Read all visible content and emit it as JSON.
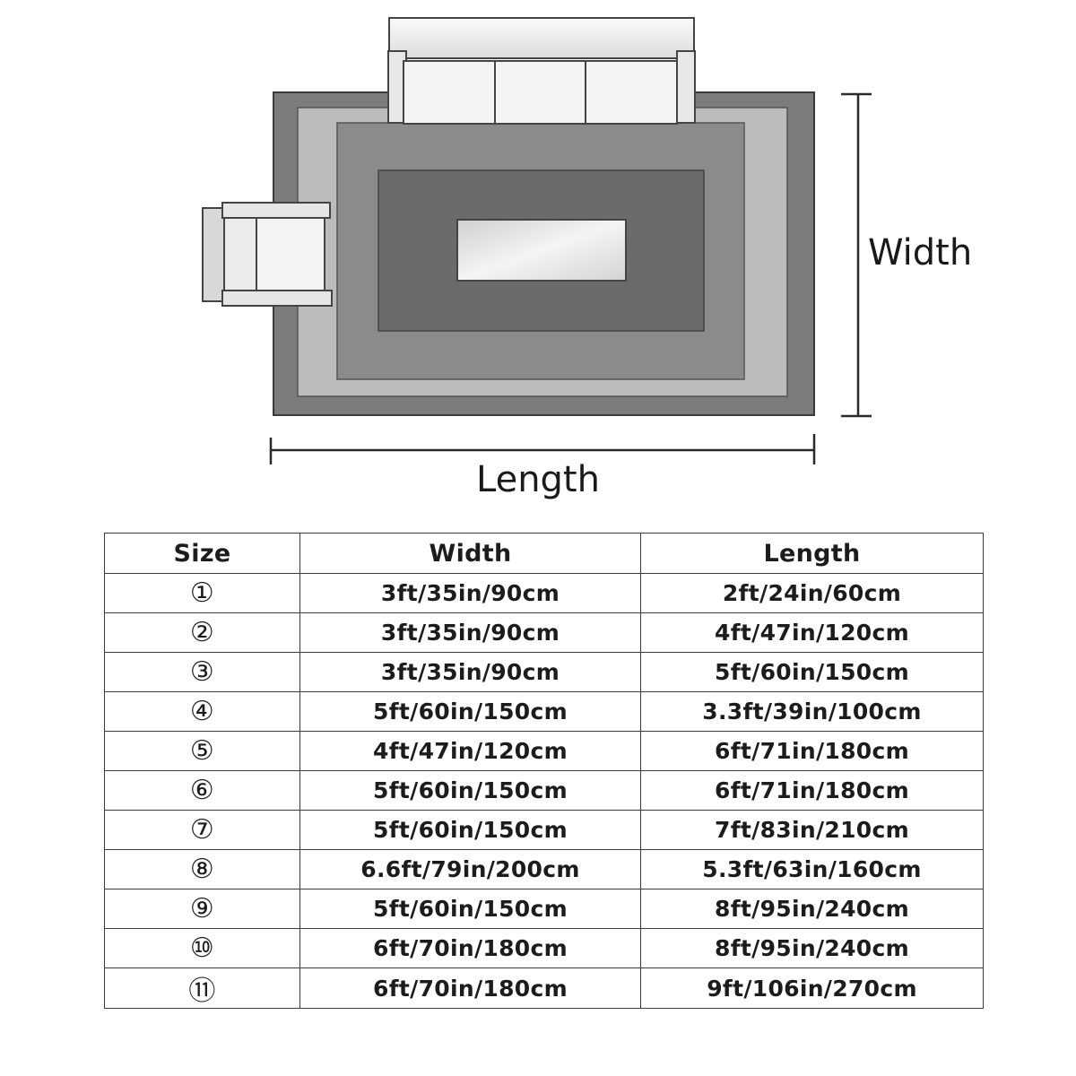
{
  "diagram": {
    "width_label": "Width",
    "length_label": "Length",
    "colors": {
      "outer_rug": "#7b7b7b",
      "band_light": "#bdbdbd",
      "band_mid": "#8c8c8c",
      "inner_dark": "#6a6a6a",
      "furniture": "#eeeeee",
      "outline": "#444444"
    },
    "icons": [
      "sofa-icon",
      "armchair-icon",
      "coffee-table-icon"
    ]
  },
  "table": {
    "headers": {
      "size": "Size",
      "width": "Width",
      "length": "Length"
    },
    "rows": [
      {
        "size": "①",
        "width": "3ft/35in/90cm",
        "length": "2ft/24in/60cm"
      },
      {
        "size": "②",
        "width": "3ft/35in/90cm",
        "length": "4ft/47in/120cm"
      },
      {
        "size": "③",
        "width": "3ft/35in/90cm",
        "length": "5ft/60in/150cm"
      },
      {
        "size": "④",
        "width": "5ft/60in/150cm",
        "length": "3.3ft/39in/100cm"
      },
      {
        "size": "⑤",
        "width": "4ft/47in/120cm",
        "length": "6ft/71in/180cm"
      },
      {
        "size": "⑥",
        "width": "5ft/60in/150cm",
        "length": "6ft/71in/180cm"
      },
      {
        "size": "⑦",
        "width": "5ft/60in/150cm",
        "length": "7ft/83in/210cm"
      },
      {
        "size": "⑧",
        "width": "6.6ft/79in/200cm",
        "length": "5.3ft/63in/160cm"
      },
      {
        "size": "⑨",
        "width": "5ft/60in/150cm",
        "length": "8ft/95in/240cm"
      },
      {
        "size": "⑩",
        "width": "6ft/70in/180cm",
        "length": "8ft/95in/240cm"
      },
      {
        "size": "⑪",
        "width": "6ft/70in/180cm",
        "length": "9ft/106in/270cm"
      }
    ]
  }
}
